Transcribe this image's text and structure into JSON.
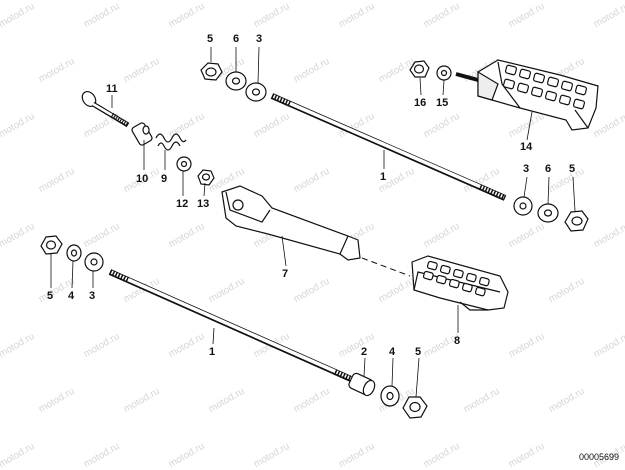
{
  "watermark": "motod.ru",
  "diagram_code": "00005699",
  "callouts": {
    "c5a": "5",
    "c6a": "6",
    "c3a": "3",
    "c11": "11",
    "c10": "10",
    "c9": "9",
    "c12": "12",
    "c13": "13",
    "c16": "16",
    "c15": "15",
    "c14": "14",
    "c1a": "1",
    "c3b": "3",
    "c6b": "6",
    "c5b": "5",
    "c7": "7",
    "c5c": "5",
    "c4a": "4",
    "c3c": "3",
    "c8": "8",
    "c1b": "1",
    "c2": "2",
    "c4b": "4",
    "c5d": "5"
  }
}
